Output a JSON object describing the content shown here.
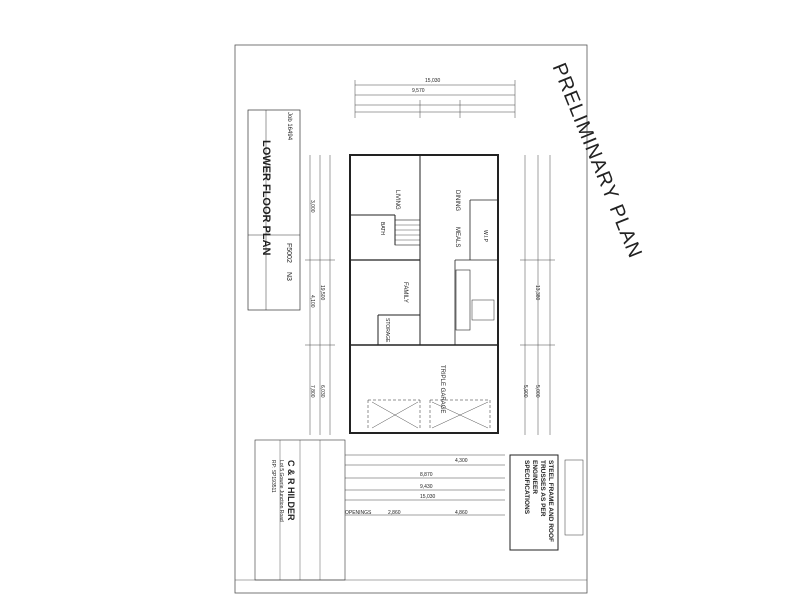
{
  "stamp": {
    "text": "PRELIMINARY PLAN"
  },
  "plan": {
    "title": "LOWER FLOOR PLAN",
    "job_no": "Job 16494",
    "sheet_code": "F5002",
    "rev": "N3",
    "rooms": {
      "living": "LIVING",
      "dining": "DINING",
      "meals": "MEALS",
      "family": "FAMILY",
      "storage": "STORAGE",
      "garage": "TRIPLE GARAGE",
      "bath": "BATH",
      "wir": "W.I.P"
    },
    "dims": {
      "overall_top": "15,030",
      "overall_bottom": "15,030",
      "dim_9570": "9,570",
      "dim_13380": "13,380",
      "dim_19500": "19,500",
      "dim_8870": "8,870",
      "dim_9430": "9,430",
      "dim_4300": "4,300",
      "dim_5900": "5,900",
      "dim_5000": "5,000",
      "dim_4100": "4,100",
      "dim_3000": "3,000",
      "dim_6030": "6,030",
      "dim_7800": "7,800"
    },
    "openings_label": "OPENINGS",
    "openings": [
      "2,860",
      "4,860"
    ]
  },
  "notes": {
    "steel_frame": "STEEL FRAME AND ROOF TRUSSES AS PER ENGINEER SPECIFICATIONS"
  },
  "company": {
    "name": "C & R HILDER",
    "address": "Lot 5 Gowrie Junction Road",
    "rp": "RP: SP193511"
  },
  "colors": {
    "line": "#333333",
    "paper": "#ffffff"
  }
}
